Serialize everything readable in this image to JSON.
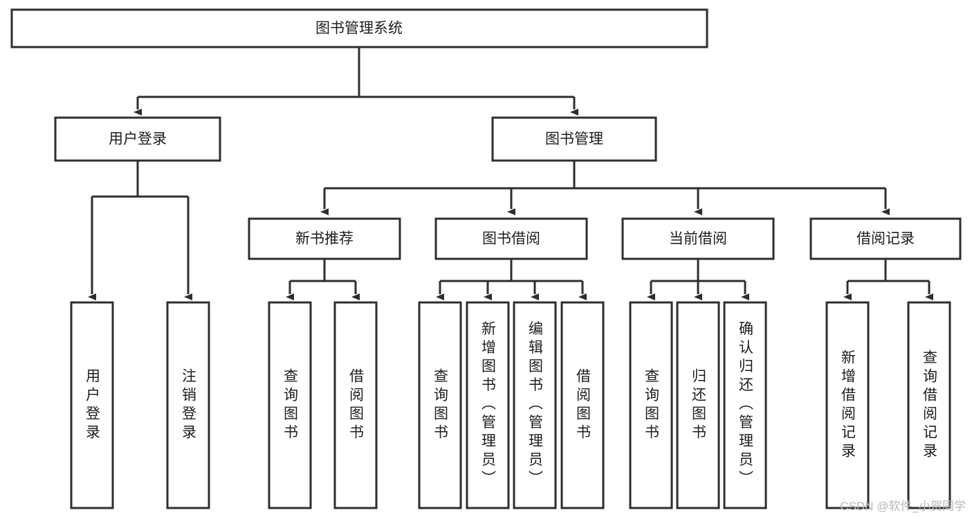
{
  "diagram": {
    "type": "tree-hierarchy-chart",
    "title": "图书管理系统",
    "orientation": "top-down",
    "colors": {
      "box_fill": "#ffffff",
      "box_stroke": "#2e2e2e",
      "text": "#1d1d1d",
      "background": "#ffffff",
      "watermark": "#b8b8b8"
    },
    "root": {
      "label": "图书管理系统"
    },
    "level1": [
      {
        "label": "用户登录"
      },
      {
        "label": "图书管理"
      }
    ],
    "level2": [
      {
        "label": "新书推荐"
      },
      {
        "label": "图书借阅"
      },
      {
        "label": "当前借阅"
      },
      {
        "label": "借阅记录"
      }
    ],
    "leaves": {
      "user_login": [
        {
          "label": "用户登录"
        },
        {
          "label": "注销登录"
        }
      ],
      "new_book_recommend": [
        {
          "label": "查询图书"
        },
        {
          "label": "借阅图书"
        }
      ],
      "book_borrow": [
        {
          "label": "查询图书"
        },
        {
          "label": "新增图书（管理员）"
        },
        {
          "label": "编辑图书（管理员）"
        },
        {
          "label": "借阅图书"
        }
      ],
      "current_borrow": [
        {
          "label": "查询图书"
        },
        {
          "label": "归还图书"
        },
        {
          "label": "确认归还（管理员）"
        }
      ],
      "borrow_records": [
        {
          "label": "新增借阅记录"
        },
        {
          "label": "查询借阅记录"
        }
      ]
    }
  },
  "watermark": {
    "text": "CSDN @软件_小贺同学"
  }
}
